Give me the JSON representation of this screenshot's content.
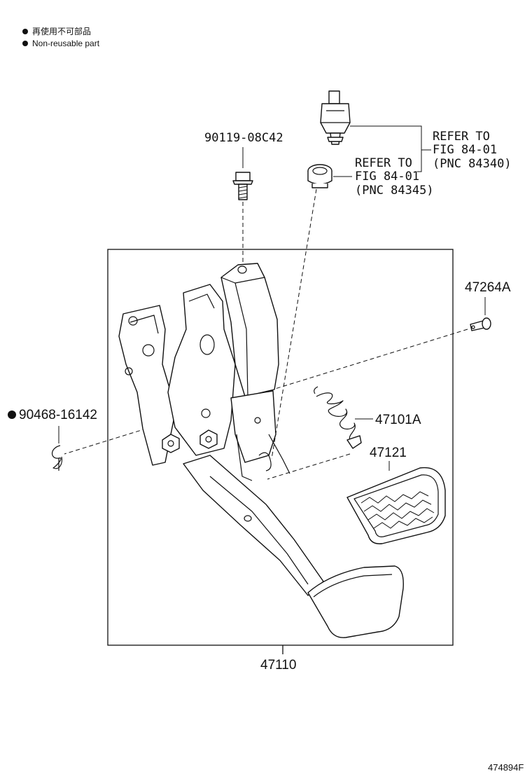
{
  "legend": {
    "line1": "再使用不可部品",
    "line2": "Non-reusable part"
  },
  "callouts": {
    "bolt": "90119-08C42",
    "refer_a": {
      "line1": "REFER TO",
      "line2": "FIG 84-01",
      "line3": "(PNC 84345)"
    },
    "refer_b": {
      "line1": "REFER TO",
      "line2": "FIG 84-01",
      "line3": "(PNC 84340)"
    },
    "pin": "47264A",
    "clip": "90468-16142",
    "spring": "47101A",
    "pad": "47121",
    "assembly": "47110"
  },
  "figure_number": "474894F",
  "non_reusable_marker_color": "#111111"
}
